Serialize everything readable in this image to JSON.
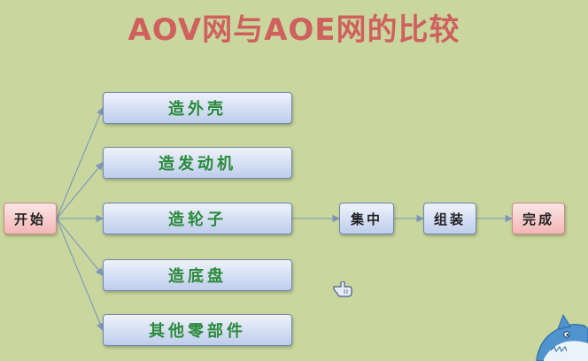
{
  "title": "AOV网与AOE网的比较",
  "nodes": {
    "start": "开始",
    "shell": "造外壳",
    "engine": "造发动机",
    "wheels": "造轮子",
    "chassis": "造底盘",
    "parts": "其他零部件",
    "gather": "集中",
    "assemble": "组装",
    "finish": "完成"
  },
  "decor": {
    "cursor_icon": "hand-cursor-icon",
    "mascot_icon": "shark-mascot-icon"
  }
}
